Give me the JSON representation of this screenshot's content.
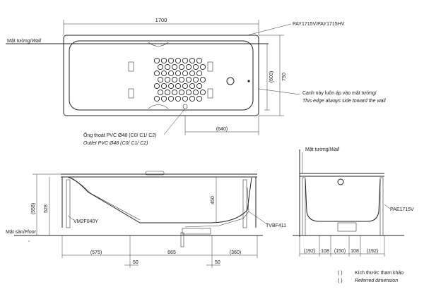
{
  "plan_view": {
    "overall_length": "1700",
    "model_label": "PAY1715V/PAY1715HV",
    "wall_label": "Mặt tường/",
    "wall_label_en": "Wall",
    "depth_ref": "(600)",
    "depth": "750",
    "edge_note_vi": "Cạnh này luôn áp vào mặt tường/",
    "edge_note_en": "This edge always side toward the wall",
    "drain_offset": "(640)",
    "outlet_vi": "Ống thoát PVC Ø48 (C0/ C1/ C2)",
    "outlet_en": "Outlet PVC Ø48 (C0/ C1/ C2)"
  },
  "side_view": {
    "total_height_ref": "(558)",
    "height": "528",
    "floor_label": "Mặt sàn/",
    "floor_label_en": "Floor",
    "foot_model": "VM2F040Y",
    "inner_depth": "450",
    "drain_model": "TVBF411",
    "dim_left": "(575)",
    "dim_mid": "665",
    "dim_right": "(360)",
    "dim_bottom_a": "50",
    "dim_bottom_b": "50"
  },
  "end_view": {
    "wall_label": "Mặt tường/",
    "wall_label_en": "Wall",
    "panel_model": "PAE1715V",
    "dims": [
      "(192)",
      "108",
      "(150)",
      "108",
      "(192)"
    ]
  },
  "legend": {
    "symbol": "(      )",
    "text_vi": "Kích thước tham khảo",
    "text_en": "Referred dimension"
  }
}
